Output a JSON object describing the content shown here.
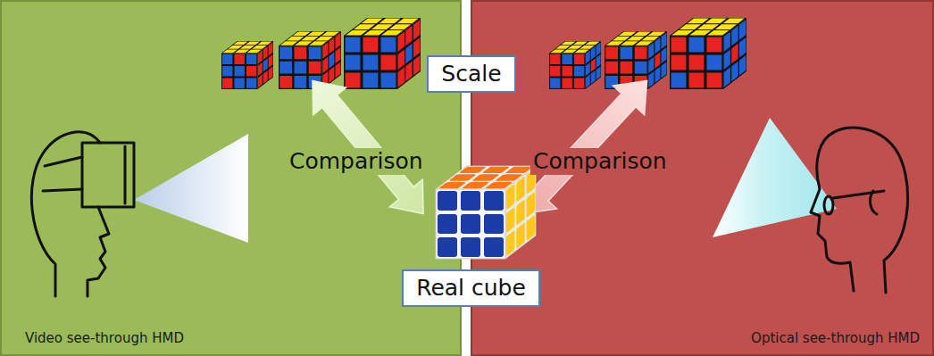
{
  "diagram": {
    "nodes": [
      {
        "text": [
          "Video see-through HMD"
        ]
      },
      {
        "text": [
          "Optical see-through HMD"
        ]
      },
      {
        "text": [
          "Scale"
        ]
      },
      {
        "text": [
          "Real cube"
        ]
      }
    ],
    "labels": [
      "Comparison",
      "Comparison"
    ]
  }
}
